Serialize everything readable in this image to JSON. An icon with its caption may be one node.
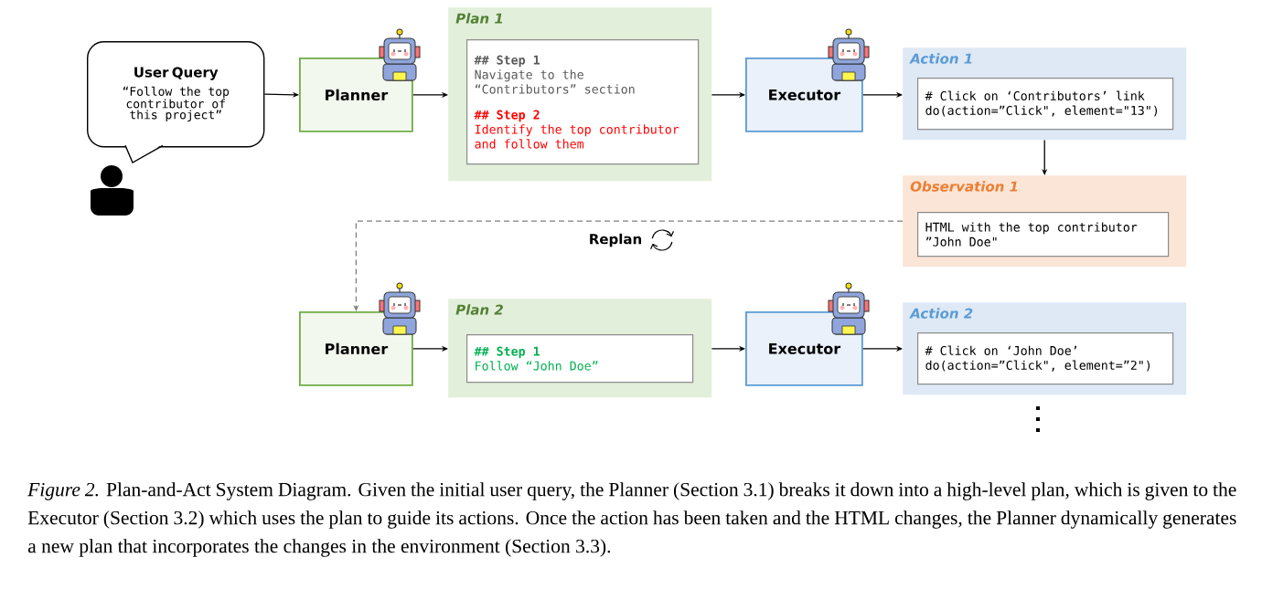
{
  "diagram": {
    "caption": "*Figure 2.* Plan-and-Act System Diagram. Given the initial user query, the Planner (Section 3.1) breaks it down into a high-level plan, which is given to the Executor (Section 3.2) which uses the plan to guide its actions. Once the action has been taken and the HTML changes, the Planner dynamically generates a new plan that incorporates the changes in the environment (Section 3.3).",
    "nodes": [
      {
        "text": [
          "User Query",
          "“Follow the top contributor of this project”"
        ]
      },
      {
        "text": [
          "Planner"
        ]
      },
      {
        "text": [
          "Plan 1"
        ]
      },
      {
        "text": [
          "## Step 1",
          "Navigate to the “Contributors” section",
          "## Step 2",
          "Identify the top contributor and follow them"
        ],
        "in": 2
      },
      {
        "text": [
          "Executor"
        ]
      },
      {
        "text": [
          "Action 1"
        ]
      },
      {
        "text": [
          "# Click on ‘Contributors’ link",
          "do(action=”Click\", element=\"13\")"
        ],
        "in": 5
      },
      {
        "text": [
          "Observation 1"
        ]
      },
      {
        "text": [
          "HTML with the top contributor ”John Doe\""
        ],
        "in": 7
      },
      {
        "text": [
          "Planner"
        ]
      },
      {
        "text": [
          "Plan 2"
        ]
      },
      {
        "text": [
          "## Step 1",
          "Follow “John Doe”"
        ],
        "in": 10
      },
      {
        "text": [
          "Executor"
        ]
      },
      {
        "text": [
          "Action 2"
        ]
      },
      {
        "text": [
          "# Click on ‘John Doe’",
          "do(action=”Click\", element=”2\")"
        ],
        "in": 13
      }
    ],
    "edges": [
      {
        "from": 0,
        "to": 1,
        "arrow": "to"
      },
      {
        "from": 1,
        "to": 2,
        "arrow": "to"
      },
      {
        "from": 2,
        "to": 4,
        "arrow": "to"
      },
      {
        "from": 4,
        "to": 5,
        "arrow": "to"
      },
      {
        "from": 5,
        "to": 7,
        "arrow": "to"
      },
      {
        "from": 7,
        "to": 9,
        "arrow": "to",
        "label": "Replan",
        "style": "dashed",
        "color": "#7f7f7f"
      },
      {
        "from": 9,
        "to": 10,
        "arrow": "to"
      },
      {
        "from": 10,
        "to": 12,
        "arrow": "to"
      },
      {
        "from": 12,
        "to": 13,
        "arrow": "to"
      }
    ]
  }
}
